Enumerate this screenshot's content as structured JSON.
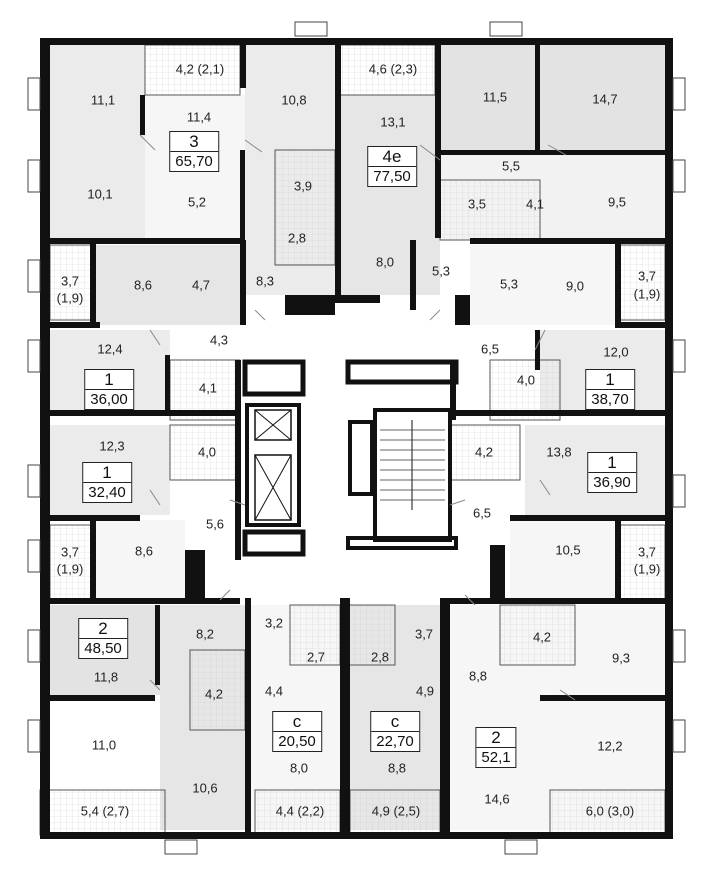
{
  "rooms": [
    {
      "id": "r1",
      "label": "11,1"
    },
    {
      "id": "r2",
      "label": "4,2 (2,1)"
    },
    {
      "id": "r3",
      "label": "10,8"
    },
    {
      "id": "r4",
      "label": "4,6 (2,3)"
    },
    {
      "id": "r5",
      "label": "11,5"
    },
    {
      "id": "r6",
      "label": "14,7"
    },
    {
      "id": "r7",
      "label": "11,4"
    },
    {
      "id": "r8",
      "label": "13,1"
    },
    {
      "id": "r9",
      "label": "10,1"
    },
    {
      "id": "r10",
      "label": "3,9"
    },
    {
      "id": "r11",
      "label": "5,5"
    },
    {
      "id": "r12",
      "label": "5,2"
    },
    {
      "id": "r13",
      "label": "3,5"
    },
    {
      "id": "r14",
      "label": "4,1"
    },
    {
      "id": "r15",
      "label": "9,5"
    },
    {
      "id": "r16",
      "label": "2,8"
    },
    {
      "id": "r17",
      "label": "3,7"
    },
    {
      "id": "r18",
      "label": "(1,9)"
    },
    {
      "id": "r19",
      "label": "8,6"
    },
    {
      "id": "r20",
      "label": "4,7"
    },
    {
      "id": "r21",
      "label": "8,3"
    },
    {
      "id": "r22",
      "label": "8,0"
    },
    {
      "id": "r23",
      "label": "5,3"
    },
    {
      "id": "r24",
      "label": "5,3"
    },
    {
      "id": "r25",
      "label": "9,0"
    },
    {
      "id": "r26",
      "label": "3,7"
    },
    {
      "id": "r27",
      "label": "(1,9)"
    },
    {
      "id": "r28",
      "label": "4,3"
    },
    {
      "id": "r29",
      "label": "12,4"
    },
    {
      "id": "r30",
      "label": "6,5"
    },
    {
      "id": "r31",
      "label": "12,0"
    },
    {
      "id": "r32",
      "label": "4,1"
    },
    {
      "id": "r33",
      "label": "4,0"
    },
    {
      "id": "r34",
      "label": "12,3"
    },
    {
      "id": "r35",
      "label": "13,8"
    },
    {
      "id": "r36",
      "label": "4,0"
    },
    {
      "id": "r37",
      "label": "4,2"
    },
    {
      "id": "r38",
      "label": "6,5"
    },
    {
      "id": "r39",
      "label": "5,6"
    },
    {
      "id": "r40",
      "label": "3,7"
    },
    {
      "id": "r41",
      "label": "(1,9)"
    },
    {
      "id": "r42",
      "label": "8,6"
    },
    {
      "id": "r43",
      "label": "10,5"
    },
    {
      "id": "r44",
      "label": "3,7"
    },
    {
      "id": "r45",
      "label": "(1,9)"
    },
    {
      "id": "r46",
      "label": "3,2"
    },
    {
      "id": "r47",
      "label": "3,7"
    },
    {
      "id": "r48",
      "label": "8,2"
    },
    {
      "id": "r49",
      "label": "4,2"
    },
    {
      "id": "r50",
      "label": "9,3"
    },
    {
      "id": "r51",
      "label": "2,7"
    },
    {
      "id": "r52",
      "label": "2,8"
    },
    {
      "id": "r53",
      "label": "11,8"
    },
    {
      "id": "r54",
      "label": "8,8"
    },
    {
      "id": "r55",
      "label": "4,2"
    },
    {
      "id": "r56",
      "label": "4,4"
    },
    {
      "id": "r57",
      "label": "4,9"
    },
    {
      "id": "r58",
      "label": "11,0"
    },
    {
      "id": "r59",
      "label": "12,2"
    },
    {
      "id": "r60",
      "label": "8,0"
    },
    {
      "id": "r61",
      "label": "8,8"
    },
    {
      "id": "r62",
      "label": "10,6"
    },
    {
      "id": "r63",
      "label": "14,6"
    },
    {
      "id": "r64",
      "label": "5,4  (2,7)"
    },
    {
      "id": "r65",
      "label": "4,4 (2,2)"
    },
    {
      "id": "r66",
      "label": "4,9 (2,5)"
    },
    {
      "id": "r67",
      "label": "6,0 (3,0)"
    }
  ],
  "apartments": [
    {
      "id": "a1",
      "rooms": "3",
      "area": "65,70"
    },
    {
      "id": "a2",
      "rooms": "4е",
      "area": "77,50"
    },
    {
      "id": "a3",
      "rooms": "1",
      "area": "36,00"
    },
    {
      "id": "a4",
      "rooms": "1",
      "area": "38,70"
    },
    {
      "id": "a5",
      "rooms": "1",
      "area": "32,40"
    },
    {
      "id": "a6",
      "rooms": "1",
      "area": "36,90"
    },
    {
      "id": "a7",
      "rooms": "2",
      "area": "48,50"
    },
    {
      "id": "a8",
      "rooms": "с",
      "area": "20,50"
    },
    {
      "id": "a9",
      "rooms": "с",
      "area": "22,70"
    },
    {
      "id": "a10",
      "rooms": "2",
      "area": "52,1"
    }
  ],
  "colors": {
    "wall": "#111111",
    "room_fill": "#ebebeb",
    "hall_fill": "#f6f6f6",
    "balcony_fill": "#ffffff",
    "tile": "#cfcfcf",
    "door": "#777777"
  }
}
